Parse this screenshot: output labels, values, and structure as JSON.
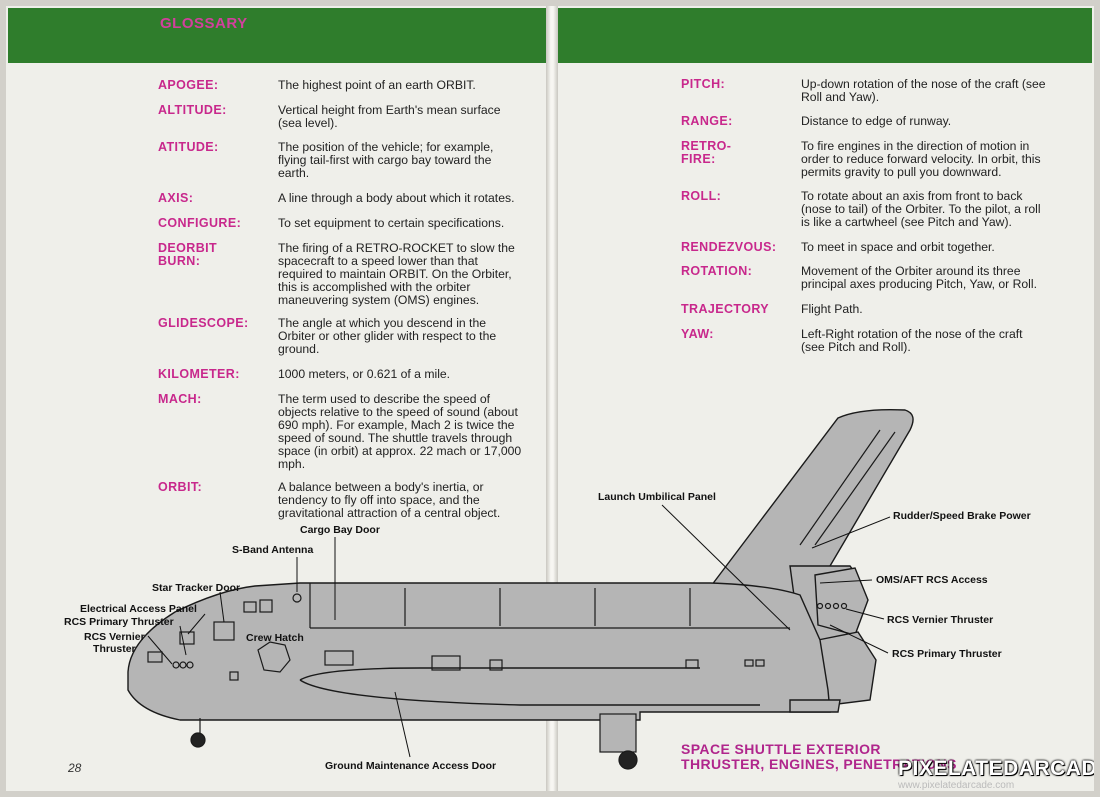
{
  "header": {
    "title": "GLOSSARY"
  },
  "glossary_left": [
    {
      "term": "APOGEE:",
      "definition": "The highest point of an earth ORBIT."
    },
    {
      "term": "ALTITUDE:",
      "definition": "Vertical height from Earth's mean surface\n(sea level)."
    },
    {
      "term": "ATITUDE:",
      "definition": "The position of the vehicle; for example,\nflying tail-first with cargo bay toward the\nearth."
    },
    {
      "term": "AXIS:",
      "definition": "A line through a body about which it rotates."
    },
    {
      "term": "CONFIGURE:",
      "definition": "To set equipment to certain specifications."
    },
    {
      "term": "DEORBIT\nBURN:",
      "definition": "The firing of a RETRO-ROCKET to slow the\nspacecraft to a speed lower than that\nrequired to maintain ORBIT. On the Orbiter,\nthis is accomplished with the orbiter\nmaneuvering system (OMS) engines."
    },
    {
      "term": "GLIDESCOPE:",
      "definition": "The angle at which you descend in the\nOrbiter or other glider with respect to the\nground."
    },
    {
      "term": "KILOMETER:",
      "definition": "1000 meters, or 0.621 of a mile."
    },
    {
      "term": "MACH:",
      "definition": "The term used to describe the speed of\nobjects relative to the speed of sound (about\n690 mph). For example, Mach 2 is twice the\nspeed of sound. The shuttle travels through\nspace (in orbit) at approx. 22 mach or 17,000\nmph."
    },
    {
      "term": "ORBIT:",
      "definition": "A balance between a body's inertia, or\ntendency to fly off into space, and the\ngravitational attraction of a central object."
    }
  ],
  "glossary_right": [
    {
      "term": "PITCH:",
      "definition": "Up-down rotation of the nose of the craft (see\nRoll and Yaw)."
    },
    {
      "term": "RANGE:",
      "definition": "Distance to edge of runway."
    },
    {
      "term": "RETRO-FIRE:",
      "definition": "To fire engines in the direction of motion in\norder to reduce forward velocity. In orbit, this\npermits gravity to pull you downward."
    },
    {
      "term": "ROLL:",
      "definition": "To rotate about an axis from front to back\n(nose to tail) of the Orbiter. To the pilot, a roll\nis like a cartwheel (see Pitch and Yaw)."
    },
    {
      "term": "RENDEZVOUS:",
      "definition": "To meet in space and orbit together."
    },
    {
      "term": "ROTATION:",
      "definition": "Movement of the Orbiter around its three\nprincipal axes producing Pitch, Yaw, or Roll."
    },
    {
      "term": "TRAJECTORY",
      "definition": "Flight Path."
    },
    {
      "term": "YAW:",
      "definition": "Left-Right rotation of the nose of the craft\n(see Pitch and Roll)."
    }
  ],
  "diagram": {
    "labels": {
      "cargo_bay_door": "Cargo Bay Door",
      "s_band_antenna": "S-Band Antenna",
      "star_tracker_door": "Star Tracker Door",
      "electrical_access_panel": "Electrical Access Panel",
      "rcs_primary_thruster_left": "RCS Primary Thruster",
      "rcs_vernier_thruster_left": "RCS Vernier\nThruster",
      "crew_hatch": "Crew Hatch",
      "launch_umbilical_panel": "Launch Umbilical Panel",
      "rudder_speed_brake_power": "Rudder/Speed Brake Power",
      "oms_aft_rcs_access": "OMS/AFT RCS Access",
      "rcs_vernier_thruster_right": "RCS Vernier Thruster",
      "rcs_primary_thruster_right": "RCS Primary Thruster",
      "ground_maintenance_access_door": "Ground Maintenance Access Door"
    },
    "caption": "SPACE SHUTTLE EXTERIOR\nTHRUSTER, ENGINES, PENETRATIONS"
  },
  "footer": {
    "page_number": "28"
  },
  "watermark": {
    "name": "PIXELATEDARCADE",
    "url": "www.pixelatedarcade.com"
  },
  "colors": {
    "banner": "#2f7d2c",
    "term": "#c8288c",
    "caption": "#b0268c",
    "shuttle_fill": "#b5b5b5"
  }
}
